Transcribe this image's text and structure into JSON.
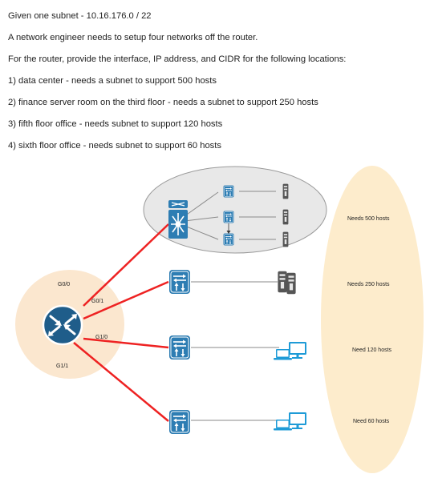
{
  "question": {
    "lines": [
      "Given one subnet - 10.16.176.0 / 22",
      "A network engineer needs to setup four networks off the router.",
      "For the router, provide the interface, IP address, and CIDR for the following locations:",
      "1) data center - needs a subnet to support 500 hosts",
      "2) finance server room on the third floor - needs a subnet to support 250 hosts",
      "3) fifth floor office - needs subnet to support 120 hosts",
      "4) sixth floor office - needs subnet to support 60 hosts"
    ]
  },
  "diagram": {
    "interfaces": [
      "G0/0",
      "G0/1",
      "G1/0",
      "G1/1"
    ],
    "host_labels": [
      "Needs 500 hosts",
      "Needs 250 hosts",
      "Need 120 hosts",
      "Need 60 hosts"
    ]
  },
  "colors": {
    "link_red": "#ee2222",
    "router_fill": "#1f5d8a",
    "switch_fill": "#2d7db3",
    "router_area": "#fbe7cf",
    "dc_area": "#e8e8e8",
    "hosts_area": "#fdeccc",
    "computer_blue": "#1e9bd7"
  },
  "icons": [
    "router-icon",
    "multilayer-switch-icon",
    "switch-icon",
    "server-icon",
    "computer-icon"
  ]
}
